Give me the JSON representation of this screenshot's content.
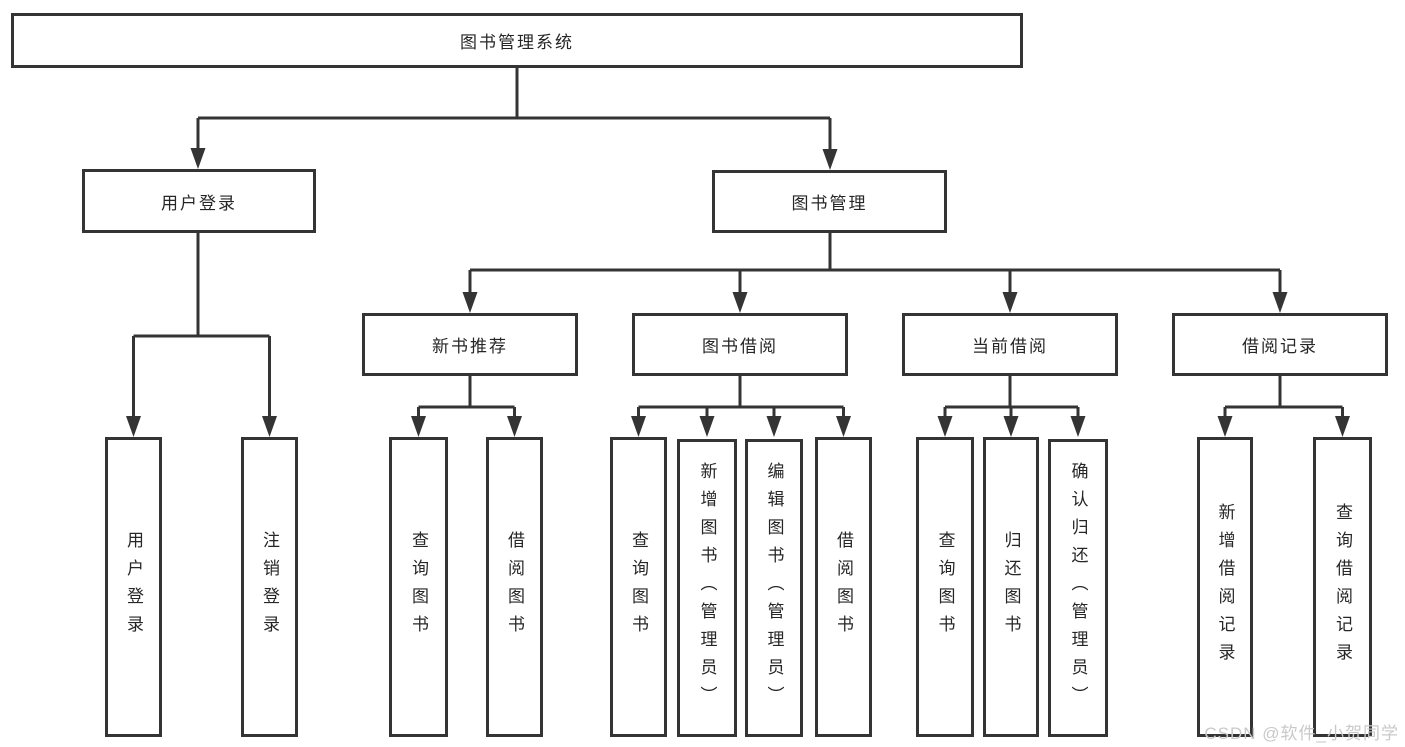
{
  "tree": {
    "label": "图书管理系统",
    "children": [
      {
        "label": "用户登录",
        "children": [
          {
            "label": "用户登录"
          },
          {
            "label": "注销登录"
          }
        ]
      },
      {
        "label": "图书管理",
        "children": [
          {
            "label": "新书推荐",
            "children": [
              {
                "label": "查询图书"
              },
              {
                "label": "借阅图书"
              }
            ]
          },
          {
            "label": "图书借阅",
            "children": [
              {
                "label": "查询图书"
              },
              {
                "label": "新增图书（管理员）"
              },
              {
                "label": "编辑图书（管理员）"
              },
              {
                "label": "借阅图书"
              }
            ]
          },
          {
            "label": "当前借阅",
            "children": [
              {
                "label": "查询图书"
              },
              {
                "label": "归还图书"
              },
              {
                "label": "确认归还（管理员）"
              }
            ]
          },
          {
            "label": "借阅记录",
            "children": [
              {
                "label": "新增借阅记录"
              },
              {
                "label": "查询借阅记录"
              }
            ]
          }
        ]
      }
    ]
  },
  "watermark": "CSDN @软件_小贺同学",
  "colors": {
    "line": "#343434",
    "box_border": "#343434",
    "text": "#262626",
    "watermark": "#c9c9c9",
    "background": "#ffffff"
  }
}
